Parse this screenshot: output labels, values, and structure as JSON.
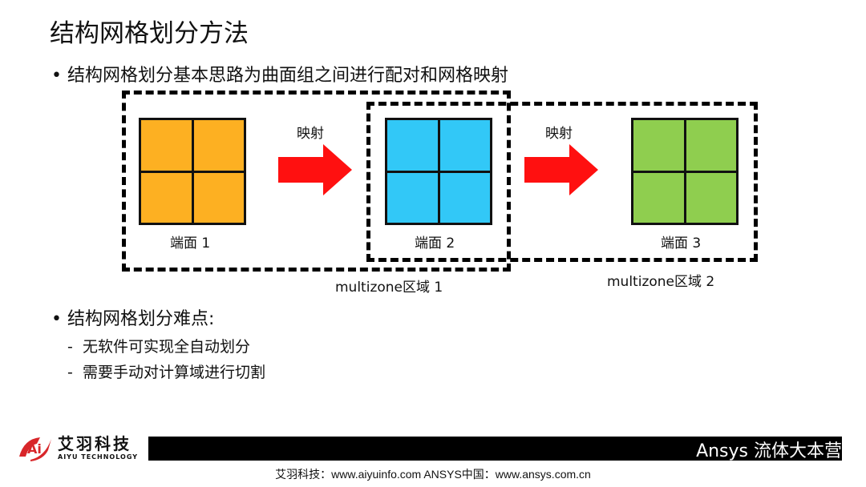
{
  "title": "结构网格划分方法",
  "bullet1": "结构网格划分基本思路为曲面组之间进行配对和网格映射",
  "diagram": {
    "faces": [
      {
        "label": "端面 1",
        "color": "#fdb022"
      },
      {
        "label": "端面 2",
        "color": "#32c8f7"
      },
      {
        "label": "端面 3",
        "color": "#8fce4f"
      }
    ],
    "arrow_labels": [
      "映射",
      "映射"
    ],
    "arrow_color": "#ff1010",
    "zones": [
      "multizone区域 1",
      "multizone区域 2"
    ]
  },
  "bullet2": "结构网格划分难点:",
  "subitems": [
    "无软件可实现全自动划分",
    "需要手动对计算域进行切割"
  ],
  "footer": {
    "logo_cn": "艾羽科技",
    "logo_en": "AIYU TECHNOLOGY",
    "links": "艾羽科技：www.aiyuinfo.com    ANSYS中国：www.ansys.com.cn",
    "watermark": "Ansys 流体大本营",
    "brand": "Ansys"
  }
}
